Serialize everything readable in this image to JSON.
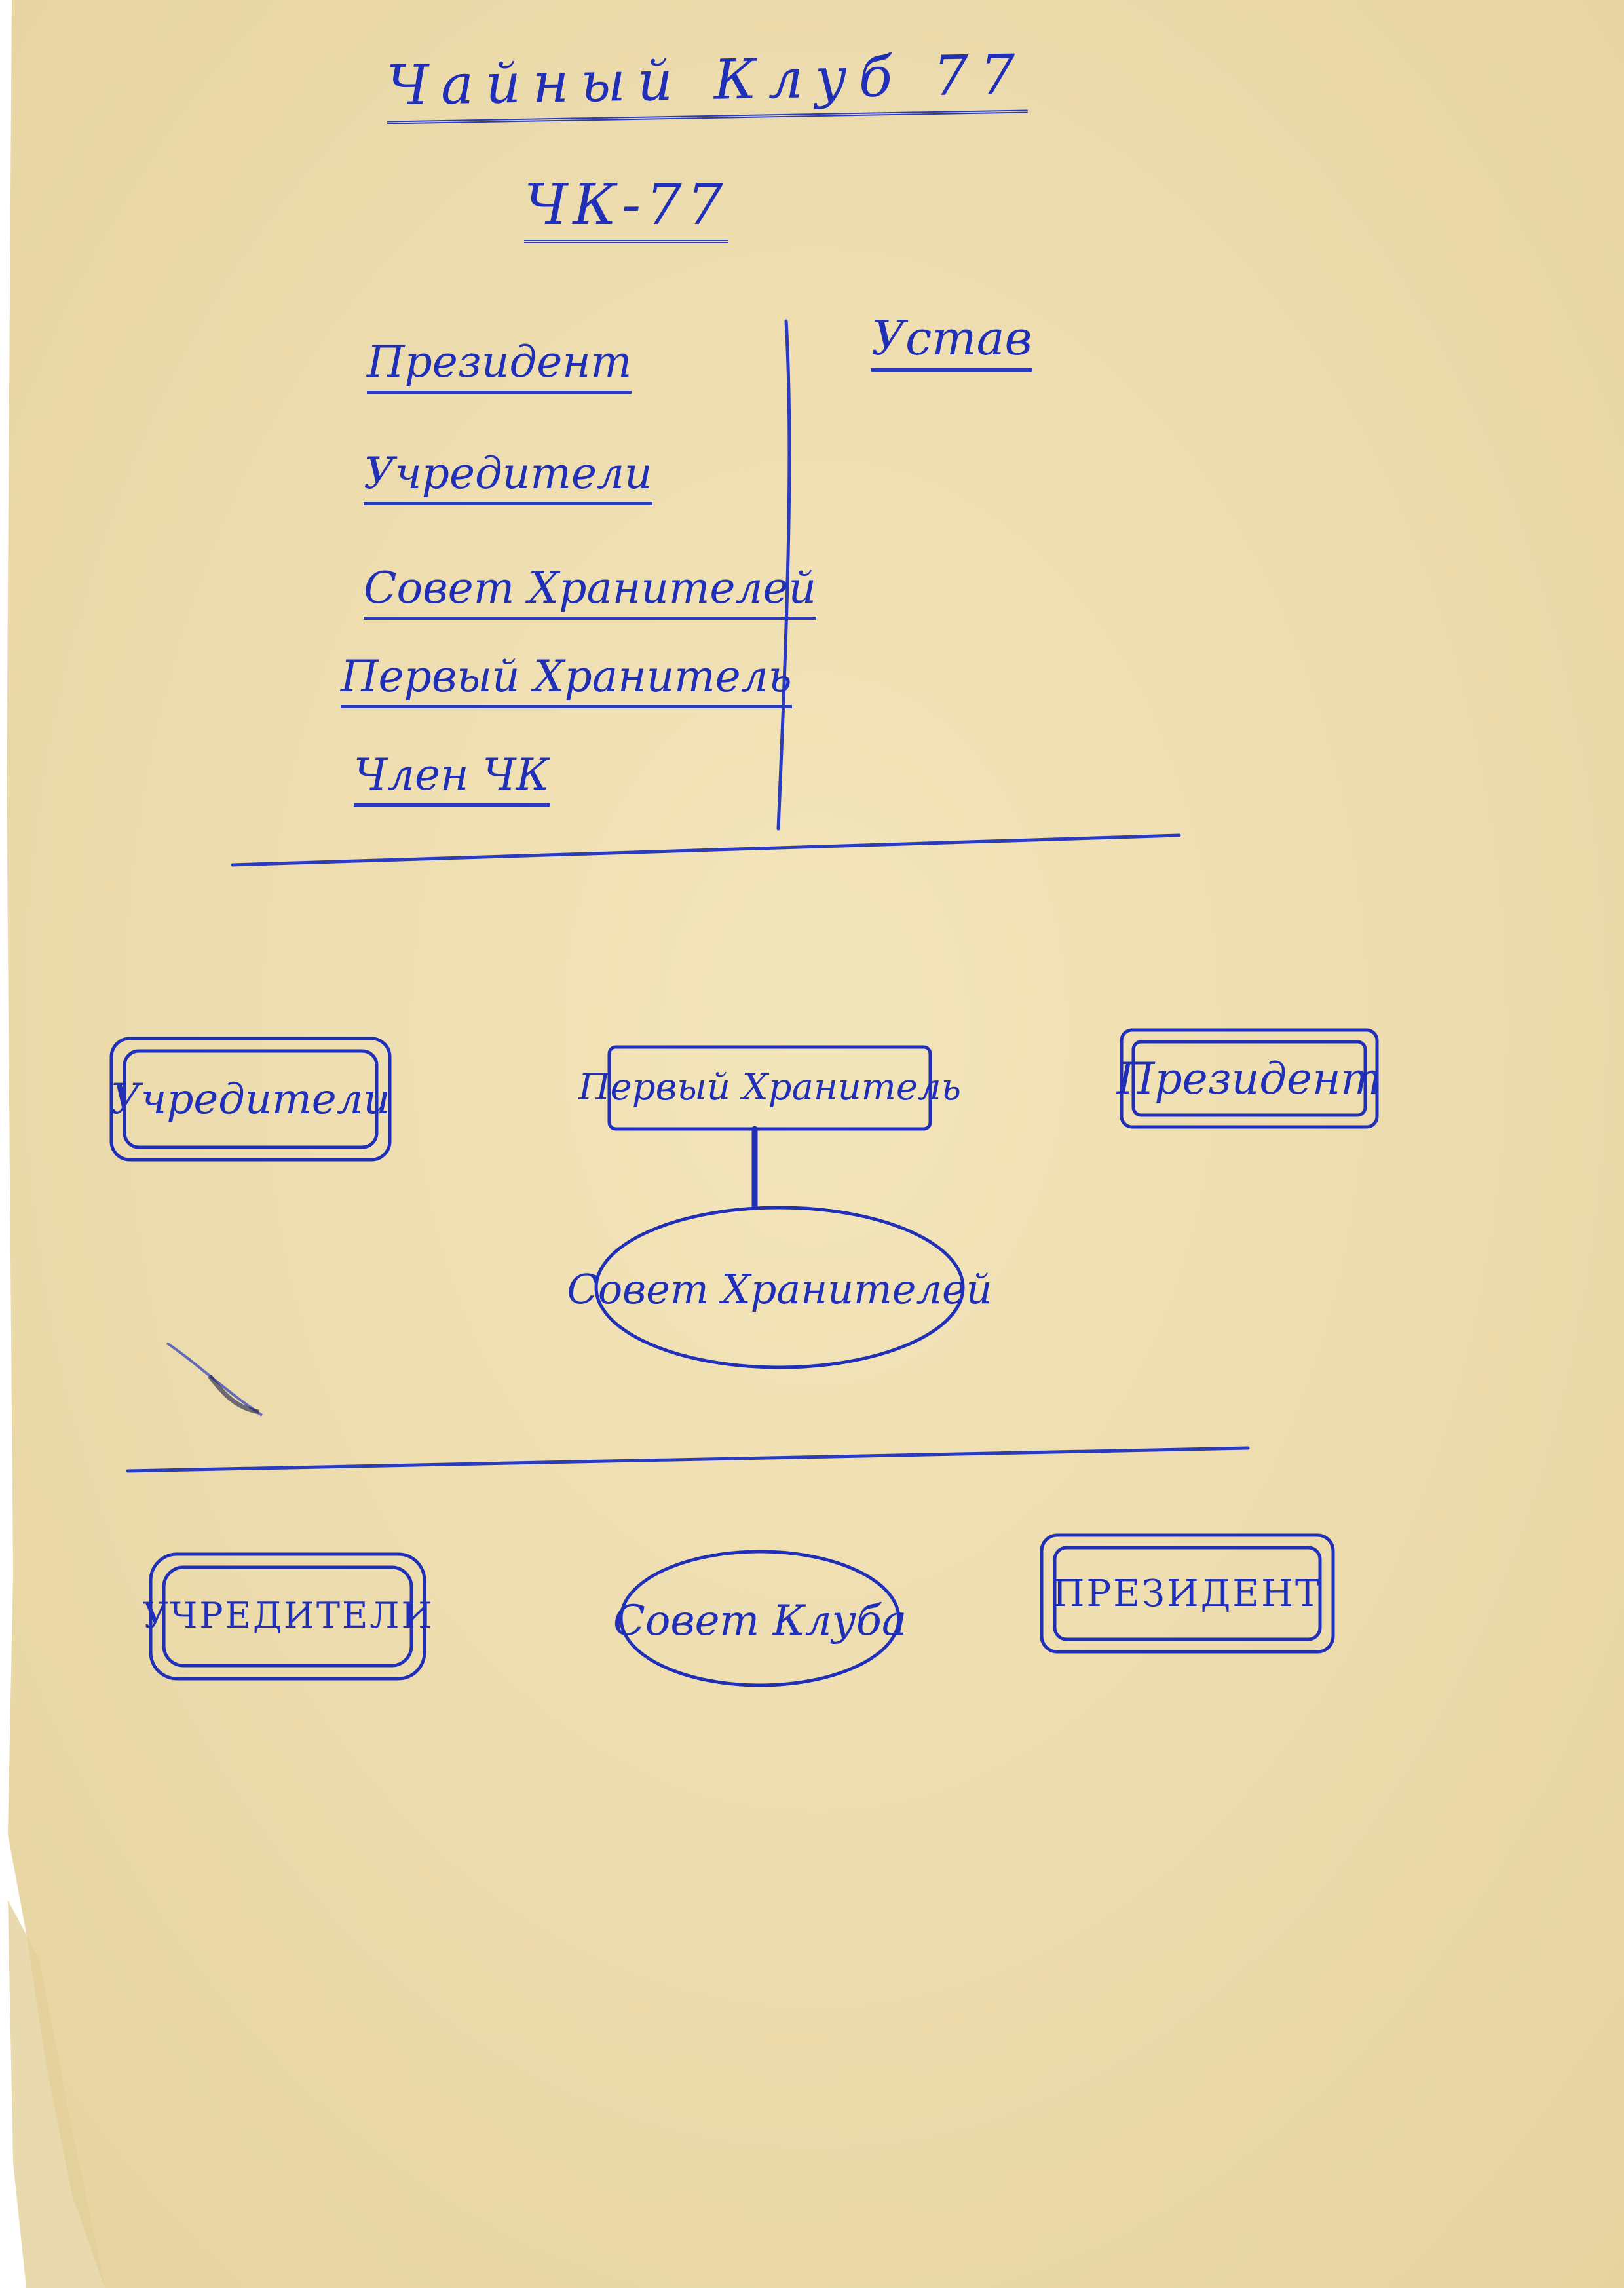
{
  "document": {
    "title": "Чайный Клуб 77",
    "subtitle": "ЧК-77",
    "roles": [
      "Президент",
      "Учредители",
      "Совет Хранителей",
      "Первый Хранитель",
      "Член ЧК"
    ],
    "charter": "Устав"
  },
  "diagram_1": {
    "founders": "Учредители",
    "first_keeper": "Первый Хранитель",
    "president": "Президент",
    "council_of_keepers": "Совет Хранителей"
  },
  "diagram_2": {
    "founders": "УЧРЕДИТЕЛИ",
    "club_council": "Совет Клуба",
    "president": "ПРЕЗИДЕНТ"
  },
  "colors": {
    "paper": "#efe0b4",
    "ink": "#1f2fb8"
  }
}
